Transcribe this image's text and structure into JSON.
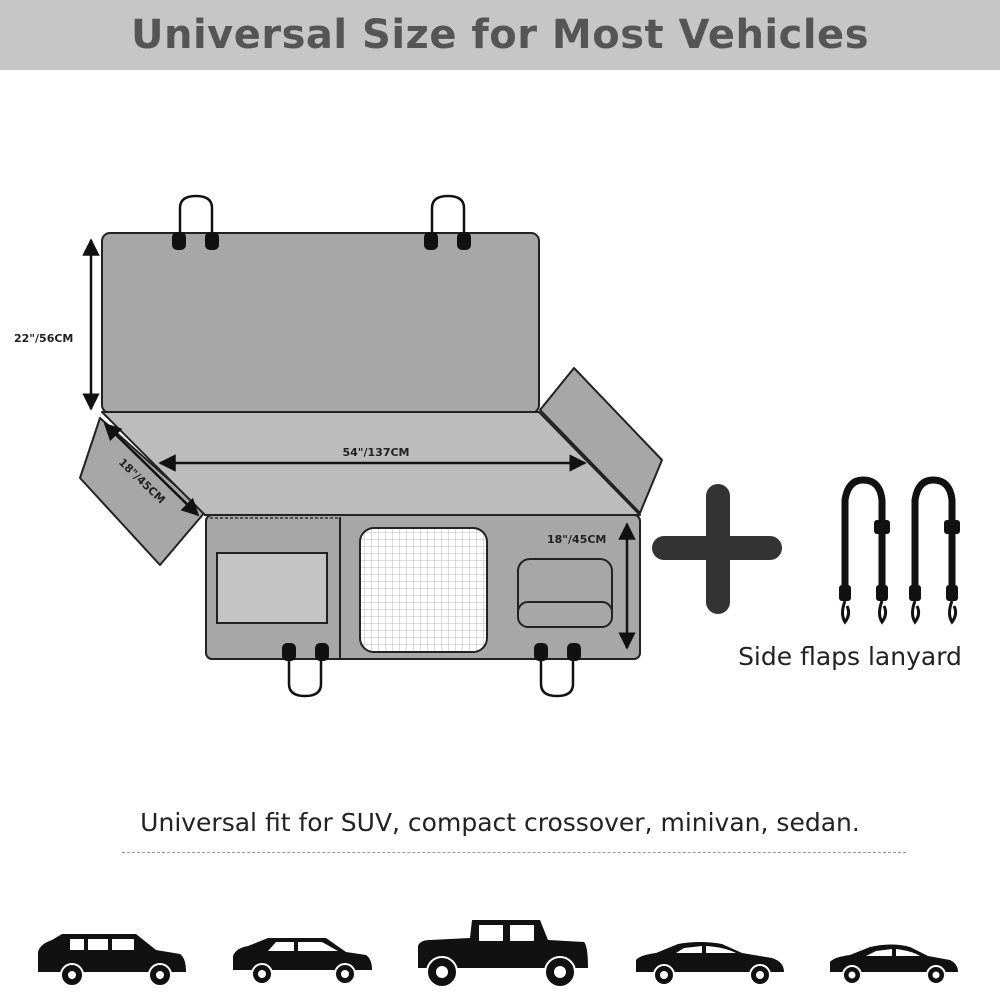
{
  "banner": {
    "title": "Universal Size for Most Vehicles"
  },
  "dimensions": {
    "backrest_height": "22\"/56CM",
    "seat_width": "54\"/137CM",
    "side_flap_depth": "18\"/45CM",
    "front_panel_height": "18\"/45CM"
  },
  "accessory": {
    "label": "Side flaps lanyard"
  },
  "fit": {
    "text": "Universal fit for SUV, compact crossover, minivan, sedan."
  },
  "vehicles": [
    {
      "icon": "suv-icon"
    },
    {
      "icon": "crossover-icon"
    },
    {
      "icon": "pickup-truck-icon"
    },
    {
      "icon": "sedan-icon"
    },
    {
      "icon": "coupe-icon"
    }
  ],
  "colors": {
    "banner_bg": "#c6c6c6",
    "banner_text": "#555555",
    "panel": "#a7a7a7",
    "panel_light": "#bcbcbc",
    "outline": "#222222"
  }
}
